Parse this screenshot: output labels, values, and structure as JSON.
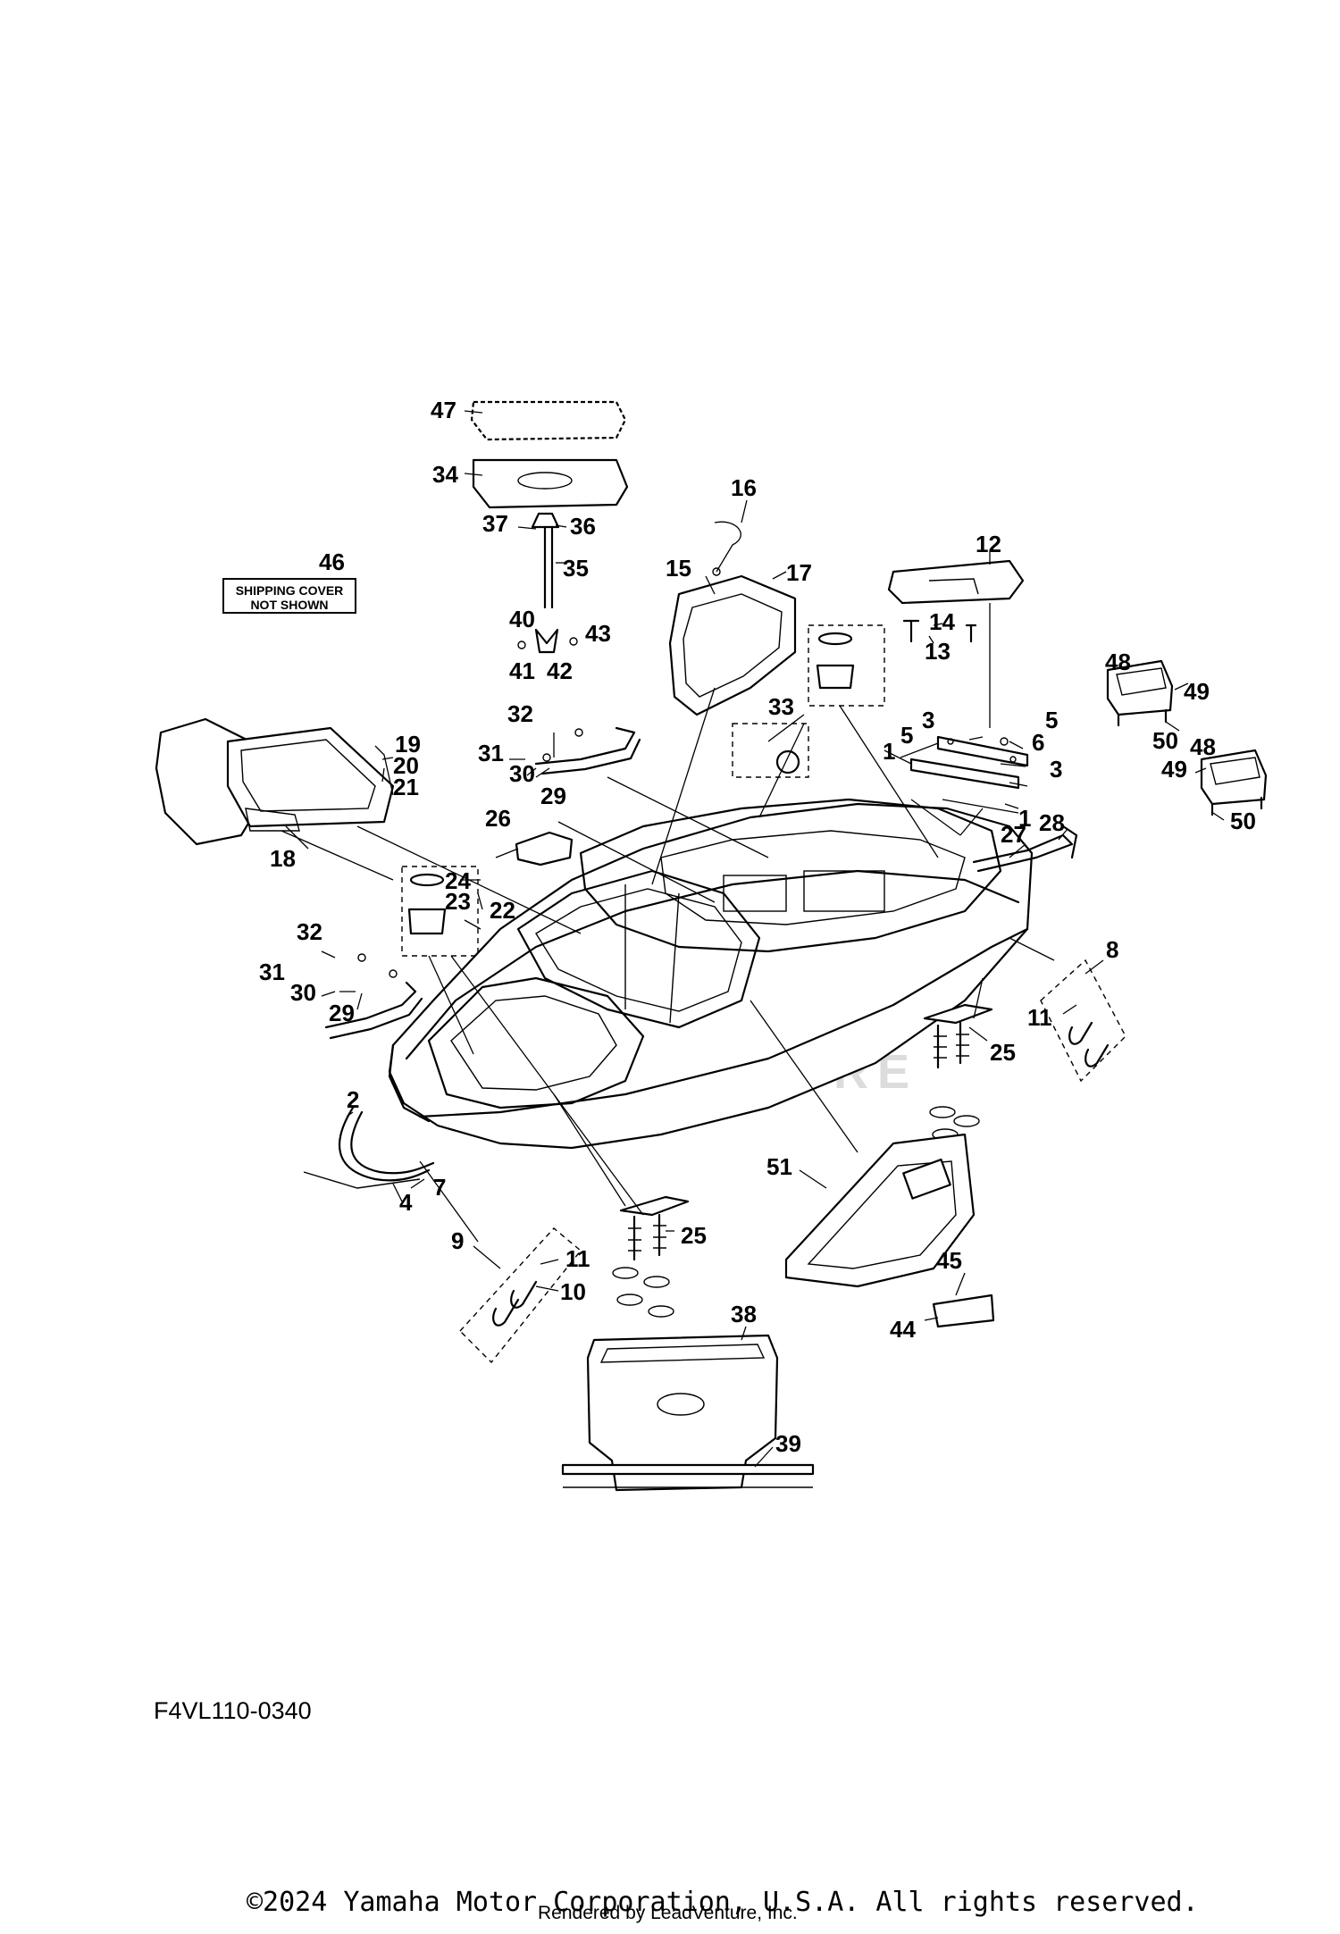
{
  "diagram": {
    "code": "F4VL110-0340",
    "note": [
      "SHIPPING COVER",
      "NOT SHOWN"
    ],
    "watermark": "VENTURE",
    "callouts": [
      "1",
      "2",
      "3",
      "4",
      "5",
      "6",
      "7",
      "8",
      "9",
      "10",
      "11",
      "12",
      "13",
      "14",
      "15",
      "16",
      "17",
      "18",
      "19",
      "20",
      "21",
      "22",
      "23",
      "24",
      "25",
      "26",
      "27",
      "28",
      "29",
      "30",
      "31",
      "32",
      "33",
      "34",
      "35",
      "36",
      "37",
      "38",
      "39",
      "40",
      "41",
      "42",
      "43",
      "44",
      "45",
      "46",
      "47",
      "48",
      "49",
      "50",
      "51"
    ]
  },
  "footer": {
    "copyright": "©2024 Yamaha Motor Corporation, U.S.A. All rights reserved.",
    "rendered_by": "Rendered by LeadVenture, Inc."
  }
}
